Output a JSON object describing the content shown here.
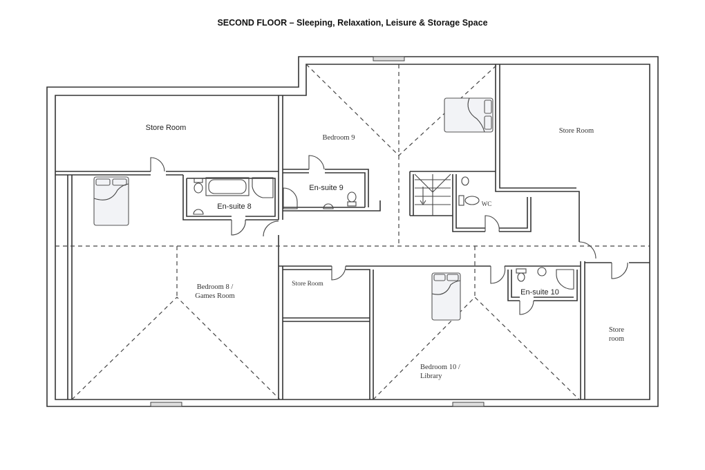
{
  "title": "SECOND FLOOR – Sleeping, Relaxation, Leisure & Storage Space",
  "rooms": {
    "store_room_top_left": "Store Room",
    "bedroom_9": "Bedroom 9",
    "store_room_top_right": "Store Room",
    "ensuite_8": "En-suite 8",
    "ensuite_9": "En-suite 9",
    "wc": "WC",
    "bedroom_8_line1": "Bedroom 8 /",
    "bedroom_8_line2": "Games Room",
    "store_room_middle": "Store Room",
    "ensuite_10": "En-suite 10",
    "store_room_right_line1": "Store",
    "store_room_right_line2": "room",
    "bedroom_10_line1": "Bedroom 10 /",
    "bedroom_10_line2": "Library"
  }
}
